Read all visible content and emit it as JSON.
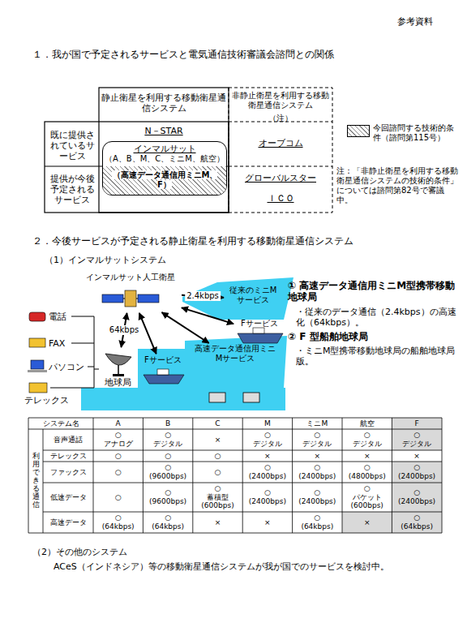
{
  "diagram": {
    "nodes": [
      {
        "text": [
          "インマルサット",
          "（A、B、M、C、ミニM、航空）"
        ]
      },
      {
        "text": [
          "（高速データ通信用ミニM、F）"
        ],
        "in": 0
      },
      {
        "text": [
          "インマルサット人工衛星"
        ]
      },
      {
        "text": [
          "従来のミニMサービス"
        ]
      },
      {
        "text": [
          "Fサービス"
        ]
      },
      {
        "text": [
          "高速データ通信用ミニMサービス"
        ]
      },
      {
        "text": [
          "Fサービス"
        ]
      },
      {
        "text": [
          "地球局"
        ]
      }
    ],
    "edges": [
      {
        "from": 2,
        "to": 3,
        "arrow": "to",
        "label": "2.4kbps"
      },
      {
        "from": 2,
        "to": 4,
        "arrow": "both"
      },
      {
        "from": 2,
        "to": 5,
        "arrow": "both"
      },
      {
        "from": 2,
        "to": 6,
        "arrow": "both"
      },
      {
        "from": 2,
        "to": 7,
        "arrow": "both",
        "label": "64kbps"
      }
    ],
    "labels": [
      "参考資料",
      "１．我が国で予定されるサービスと電気通信技術審議会諮問との関係",
      "静止衛星を利用する移動衛星通信システム",
      "非静止衛星を利用する移動衛星通信システム",
      "（注）",
      "既に提供されているサービス",
      "提供が今後予定されるサービス",
      "N－STAR",
      "オーブコム",
      "グローバルスター",
      "ＩＣＯ",
      "注：「非静止衛星を利用する移動衛星通信システムの技術的条件」については諮問第82号で審議中。",
      "２．今後サービスが予定される静止衛星を利用する移動衛星通信システム",
      "（1）インマルサットシステム",
      "電話",
      "FAX",
      "パソコン",
      "テレックス",
      "① 高速データ通信用ミニM型携帯移動地球局",
      "・従来のデータ通信（2.4kbps）の高速化（64kbps）。",
      "② F 型船舶地球局",
      "・ミニM型携帯移動地球局の船舶地球局版。",
      "システム名",
      "A",
      "B",
      "C",
      "M",
      "ミニM",
      "航空",
      "F",
      "利用できる通信",
      "音声通話",
      "○",
      "アナログ",
      "○",
      "デジタル",
      "×",
      "○",
      "デジタル",
      "○",
      "デジタル",
      "○",
      "デジタル",
      "○",
      "デジタル",
      "テレックス",
      "○",
      "○",
      "○",
      "×",
      "×",
      "×",
      "×",
      "ファックス",
      "○",
      "○",
      "(9600bps)",
      "○",
      "○",
      "(2400bps)",
      "○",
      "(2400bps)",
      "○",
      "(4800bps)",
      "○",
      "(2400bps)",
      "低速データ",
      "○",
      "○",
      "(9600bps)",
      "○",
      "蓄積型",
      "(600bps)",
      "○",
      "(2400bps)",
      "○",
      "(2400bps)",
      "○",
      "パケット",
      "(600bps)",
      "○",
      "(2400bps)",
      "高速データ",
      "○",
      "(64kbps)",
      "○",
      "(64kbps)",
      "×",
      "×",
      "○",
      "(64kbps)",
      "×",
      "○",
      "(64kbps)",
      "（2）その他のシステム",
      "ACeS（インドネシア）等の移動衛星通信システムが我が国でのサービスを検討中。"
    ],
    "legend": [
      {
        "text": "今回諮問する技術的条件（諮問第115号）"
      }
    ]
  }
}
